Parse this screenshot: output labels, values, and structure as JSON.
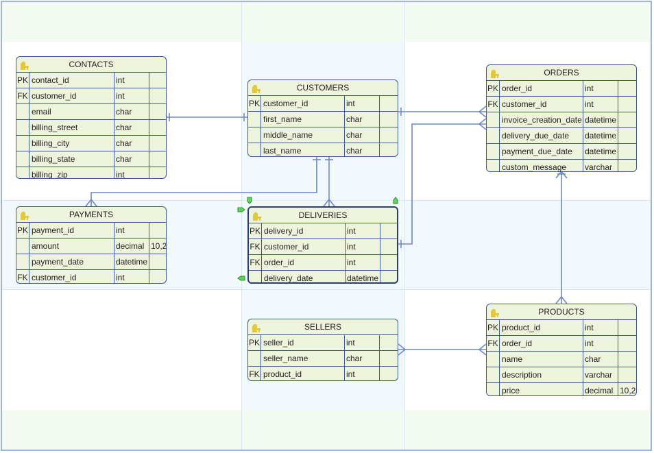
{
  "colors": {
    "entity_fill": "#eef3dc",
    "entity_border": "#3f5890",
    "link": "#6f88c4",
    "swimlane_blue": "#f2f9fd",
    "swimlane_green": "#f3faef",
    "handle": "#5cd65c",
    "key_icon": "#e2c93b"
  },
  "entities": {
    "contacts": {
      "title": "CONTACTS",
      "rows": [
        {
          "key": "PK",
          "name": "contact_id",
          "type": "int",
          "extra": ""
        },
        {
          "key": "FK",
          "name": "customer_id",
          "type": "int",
          "extra": ""
        },
        {
          "key": "",
          "name": "email",
          "type": "char",
          "extra": ""
        },
        {
          "key": "",
          "name": "billing_street",
          "type": "char",
          "extra": ""
        },
        {
          "key": "",
          "name": "billing_city",
          "type": "char",
          "extra": ""
        },
        {
          "key": "",
          "name": "billing_state",
          "type": "char",
          "extra": ""
        },
        {
          "key": "",
          "name": "billing_zip",
          "type": "int",
          "extra": ""
        }
      ]
    },
    "customers": {
      "title": "CUSTOMERS",
      "rows": [
        {
          "key": "PK",
          "name": "customer_id",
          "type": "int",
          "extra": ""
        },
        {
          "key": "",
          "name": "first_name",
          "type": "char",
          "extra": ""
        },
        {
          "key": "",
          "name": "middle_name",
          "type": "char",
          "extra": ""
        },
        {
          "key": "",
          "name": "last_name",
          "type": "char",
          "extra": ""
        }
      ]
    },
    "orders": {
      "title": "ORDERS",
      "rows": [
        {
          "key": "PK",
          "name": "order_id",
          "type": "int",
          "extra": ""
        },
        {
          "key": "FK",
          "name": "customer_id",
          "type": "int",
          "extra": ""
        },
        {
          "key": "",
          "name": "invoice_creation_date",
          "type": "datetime",
          "extra": ""
        },
        {
          "key": "",
          "name": "delivery_due_date",
          "type": "datetime",
          "extra": ""
        },
        {
          "key": "",
          "name": "payment_due_date",
          "type": "datetime",
          "extra": ""
        },
        {
          "key": "",
          "name": "custom_message",
          "type": "varchar",
          "extra": ""
        }
      ]
    },
    "payments": {
      "title": "PAYMENTS",
      "rows": [
        {
          "key": "PK",
          "name": "payment_id",
          "type": "int",
          "extra": ""
        },
        {
          "key": "",
          "name": "amount",
          "type": "decimal",
          "extra": "10,2"
        },
        {
          "key": "",
          "name": "payment_date",
          "type": "datetime",
          "extra": ""
        },
        {
          "key": "FK",
          "name": "customer_id",
          "type": "int",
          "extra": ""
        }
      ]
    },
    "deliveries": {
      "title": "DELIVERIES",
      "rows": [
        {
          "key": "PK",
          "name": "delivery_id",
          "type": "int",
          "extra": ""
        },
        {
          "key": "FK",
          "name": "customer_id",
          "type": "int",
          "extra": ""
        },
        {
          "key": "FK",
          "name": "order_id",
          "type": "int",
          "extra": ""
        },
        {
          "key": "",
          "name": "delivery_date",
          "type": "datetime",
          "extra": ""
        }
      ]
    },
    "sellers": {
      "title": "SELLERS",
      "rows": [
        {
          "key": "PK",
          "name": "seller_id",
          "type": "int",
          "extra": ""
        },
        {
          "key": "",
          "name": "seller_name",
          "type": "char",
          "extra": ""
        },
        {
          "key": "FK",
          "name": "product_id",
          "type": "int",
          "extra": ""
        }
      ]
    },
    "products": {
      "title": "PRODUCTS",
      "rows": [
        {
          "key": "PK",
          "name": "product_id",
          "type": "int",
          "extra": ""
        },
        {
          "key": "FK",
          "name": "order_id",
          "type": "int",
          "extra": ""
        },
        {
          "key": "",
          "name": "name",
          "type": "char",
          "extra": ""
        },
        {
          "key": "",
          "name": "description",
          "type": "varchar",
          "extra": ""
        },
        {
          "key": "",
          "name": "price",
          "type": "decimal",
          "extra": "10,2"
        }
      ]
    }
  },
  "relationships": [
    {
      "from": "contacts",
      "to": "customers"
    },
    {
      "from": "customers",
      "to": "orders"
    },
    {
      "from": "customers",
      "to": "payments"
    },
    {
      "from": "customers",
      "to": "deliveries"
    },
    {
      "from": "deliveries",
      "to": "orders"
    },
    {
      "from": "orders",
      "to": "products"
    },
    {
      "from": "sellers",
      "to": "products"
    }
  ]
}
